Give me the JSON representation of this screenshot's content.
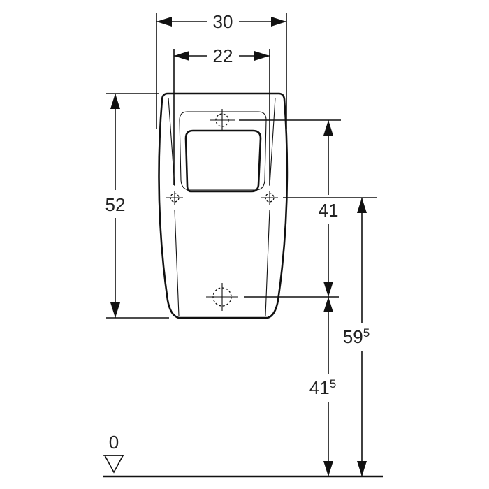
{
  "dimensions": {
    "overall_width": "30",
    "fixing_width": "22",
    "height": "52",
    "inlet_to_outlet": "41",
    "outlet_height_main": "41",
    "outlet_height_sup": "5",
    "fixing_height_main": "59",
    "fixing_height_sup": "5",
    "floor_level": "0"
  },
  "colors": {
    "line": "#111111",
    "background": "#ffffff"
  }
}
